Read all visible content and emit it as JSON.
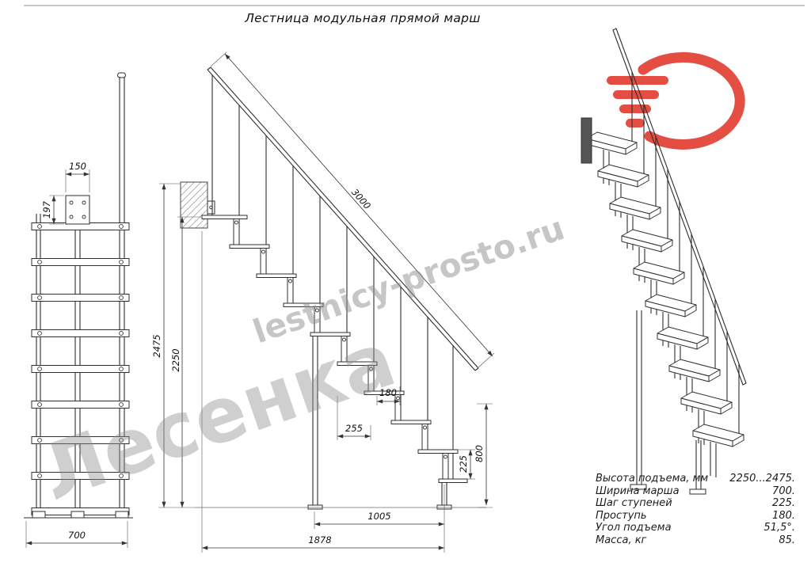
{
  "title": "Лестница модульная прямой марш",
  "watermarks": {
    "big": "Лесенка",
    "site": "lestnicy-prosto.ru"
  },
  "front_view": {
    "dims": {
      "post_width": "150",
      "post_height": "197",
      "march_width": "700"
    }
  },
  "side_view": {
    "dims": {
      "rail_length": "3000",
      "total_height": "2475",
      "floor_height": "2250",
      "tread_depth": "180",
      "module_length": "255",
      "end_clearance": "800",
      "step_rise": "225",
      "support_span": "1005",
      "total_span": "1878"
    }
  },
  "specs": {
    "rows": [
      {
        "label": "Высота подъема, мм",
        "value": "2250...2475."
      },
      {
        "label": "Ширина марша",
        "value": "700."
      },
      {
        "label": "Шаг ступеней",
        "value": "225."
      },
      {
        "label": "Проступь",
        "value": "180."
      },
      {
        "label": "Угол подъема",
        "value": "51,5°."
      },
      {
        "label": "Масса, кг",
        "value": "85."
      }
    ]
  }
}
